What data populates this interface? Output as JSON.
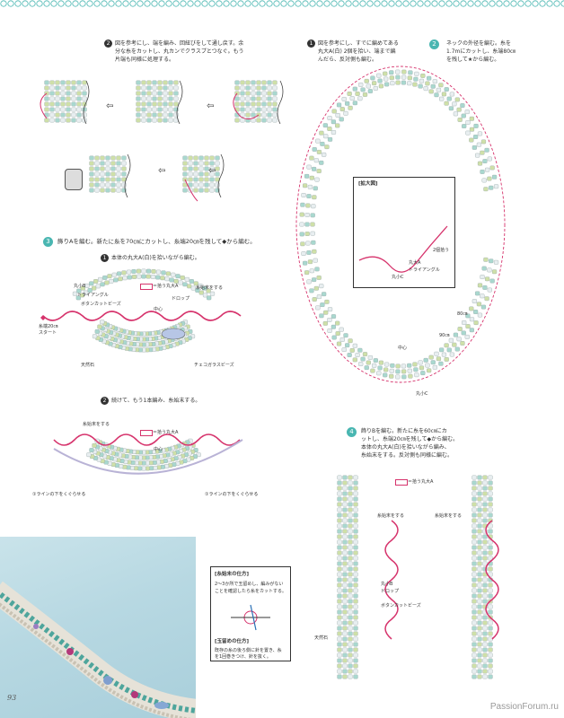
{
  "page_number": "93",
  "watermark": "PassionForum.ru",
  "step_left_2": {
    "num": "2",
    "lines": [
      "図を参考にし、端を編み、回紐びをして通し戻す。余",
      "分な糸をカットし、丸カンでクラスプとつなぐ。もう",
      "片端も同様に処理する。"
    ]
  },
  "step_right_1": {
    "num": "1",
    "lines": [
      "図を参考にし、すでに編めてある",
      "丸大A(白) 2個を拾い、端まで編",
      "んだら、反対側も編む。"
    ]
  },
  "step_right_2": {
    "num": "2",
    "lines": [
      "ネックの外径を編む。糸を",
      "1.7mにカットし、糸端80㎝",
      "を残して★から編む。"
    ]
  },
  "step3": {
    "num": "3",
    "text": "飾りAを編む。新たに糸を70㎝にカットし、糸端20㎝を残して◆から編む。",
    "sub1_num": "1",
    "sub1": "本体の丸大A(白)を拾いながら編む。",
    "labels": {
      "maruB": "丸小B",
      "triangle": "トライアングル",
      "buttoncut": "ボタンカットビーズ",
      "pickA": "＝拾う丸大A",
      "center": "中心",
      "drop": "ドロップ",
      "endStart": "糸始末をする",
      "thread20": "糸端20㎝",
      "start": "スタート",
      "tennen": "天然石",
      "czech": "チェコガラスビーズ"
    },
    "sub2_num": "2",
    "sub2": "続けて、もう1本編み、糸始末する。",
    "labels2": {
      "end": "糸始末をする",
      "pickA": "＝拾う丸大A",
      "center": "中心",
      "underL": "①ラインの下をくぐらせる",
      "underR": "①ラインの下をくぐらせる"
    }
  },
  "enlarged": {
    "title": "[拡大図]",
    "pick2": "2個拾う",
    "maruA": "丸大A",
    "triangle": "トライアングル",
    "maruC": "丸小C",
    "d80": "80㎝",
    "d90": "90㎝",
    "center": "中心",
    "maruC2": "丸小C"
  },
  "step4": {
    "num": "4",
    "lines": [
      "飾りBを編む。新たに糸を60㎝にカ",
      "ットし、糸端20㎝を残して◆から編む。",
      "本体の丸大A(白)を拾いながら編み、",
      "糸始末をする。反対側も同様に編む。"
    ],
    "pickA": "＝拾う丸大A",
    "endL": "糸始末をする",
    "endR": "糸始末をする",
    "maruB": "丸小B",
    "drop": "ドロップ",
    "buttoncut": "ボタンカットビーズ",
    "tennen": "天然石"
  },
  "notes": {
    "end_title": "[糸始末の仕方]",
    "end_text": [
      "2〜3か所で玉留めし、編みがない",
      "ことを確認したら糸をカットする。"
    ],
    "knot_title": "[玉留めの仕方]",
    "knot_text": [
      "既存の糸の後ろ側に針を置き、糸",
      "を1回巻きつけ、針を抜く。"
    ]
  },
  "colors": {
    "teal": "#49b6b1",
    "bead_white": "#e8eef0",
    "bead_teal": "#a9d8cf",
    "bead_green": "#cfe0a8",
    "thread": "#d6336c",
    "lavender": "#b9b3d6"
  }
}
